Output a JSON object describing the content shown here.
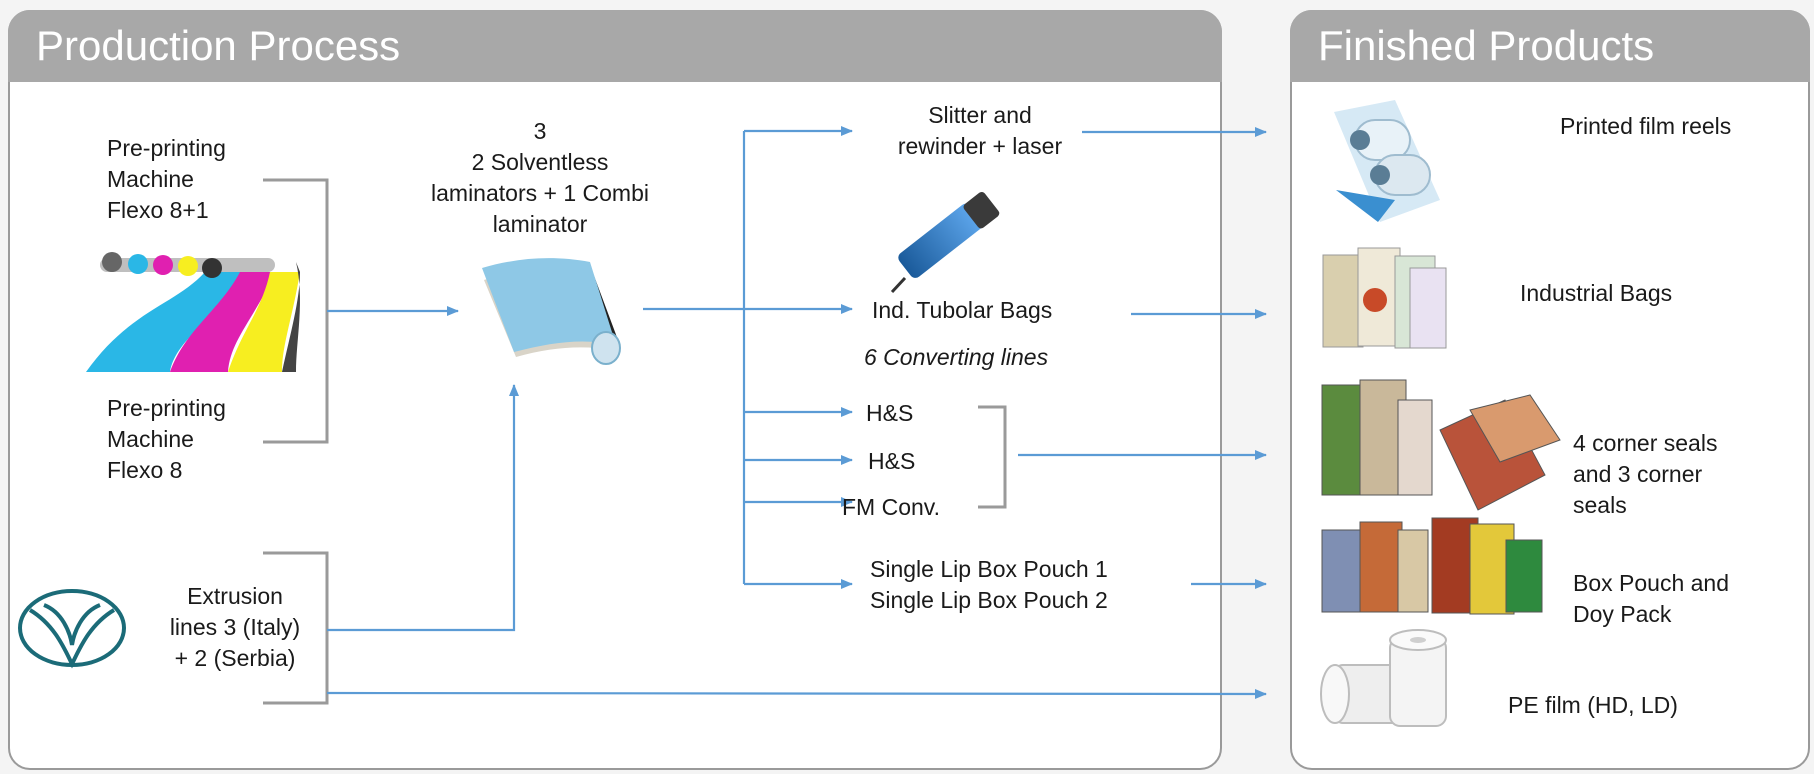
{
  "left_panel": {
    "title": "Production Process",
    "preprint_1": [
      "Pre-printing",
      "Machine",
      "Flexo 8+1"
    ],
    "preprint_2": [
      "Pre-printing",
      "Machine",
      "Flexo 8"
    ],
    "laminators": [
      "3",
      "2 Solventless",
      "laminators + 1 Combi",
      "laminator"
    ],
    "extrusion": [
      "Extrusion",
      "lines 3 (Italy)",
      "+ 2 (Serbia)"
    ],
    "slitter": [
      "Slitter and",
      "rewinder + laser"
    ],
    "tubolar": "Ind. Tubolar Bags",
    "converting": "6 Converting lines",
    "hs_1": "H&S",
    "hs_2": "H&S",
    "fm_conv": "FM Conv.",
    "box_pouch": [
      "Single Lip Box Pouch 1",
      "Single Lip Box Pouch 2"
    ]
  },
  "right_panel": {
    "title": "Finished Products",
    "products": [
      "Printed film reels",
      "Industrial Bags",
      "4 corner seals",
      "and 3 corner",
      "seals",
      "Box Pouch and",
      "Doy Pack",
      "PE film (HD, LD)"
    ]
  },
  "colors": {
    "header_bg": "#a8a8a8",
    "arrow": "#5b9bd5",
    "bracket": "#9a9a9a"
  },
  "icons": [
    "ink-stream-icon",
    "laminate-roll-icon",
    "laser-icon",
    "extrusion-logo-icon",
    "film-reels-icon",
    "industrial-bags-icon",
    "corner-seal-bags-icon",
    "box-pouch-icon",
    "pe-film-roll-icon"
  ]
}
